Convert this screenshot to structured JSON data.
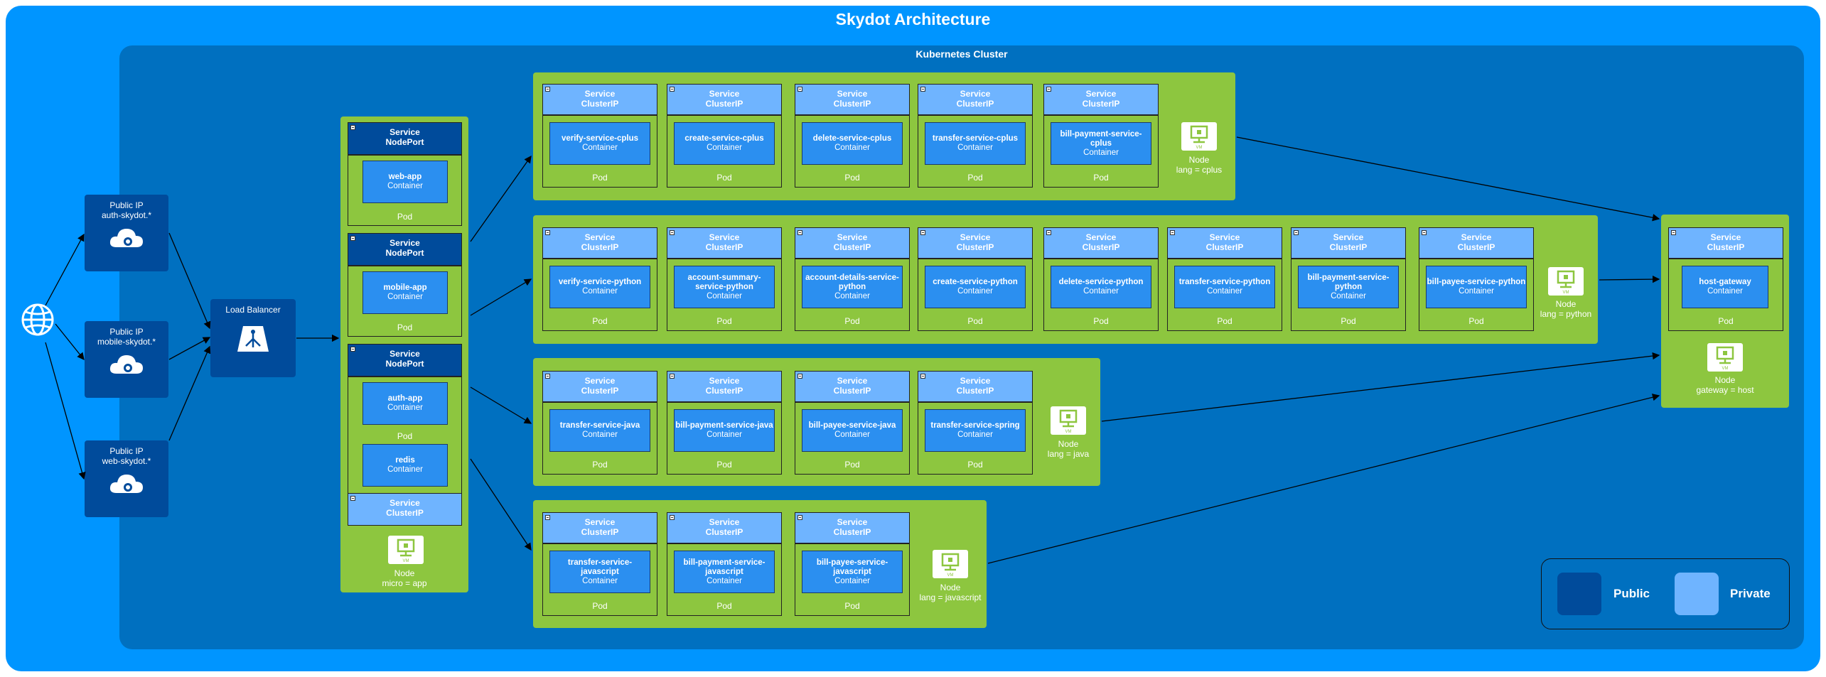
{
  "title": "Skydot Architecture",
  "cluster": {
    "title": "Kubernetes Cluster"
  },
  "internet": {
    "icon": "globe-icon"
  },
  "public_ips": [
    {
      "line1": "Public IP",
      "line2": "auth-skydot.*",
      "icon": "cloud-icon"
    },
    {
      "line1": "Public IP",
      "line2": "mobile-skydot.*",
      "icon": "cloud-icon"
    },
    {
      "line1": "Public IP",
      "line2": "web-skydot.*",
      "icon": "cloud-icon"
    }
  ],
  "load_balancer": {
    "label": "Load Balancer",
    "icon": "load-balancer-icon"
  },
  "app_node": {
    "node_label": "Node",
    "node_sub": "micro = app",
    "pods": [
      {
        "service": "Service",
        "type": "NodePort",
        "containers": [
          {
            "name": "web-app",
            "kind": "Container"
          }
        ],
        "pod": "Pod"
      },
      {
        "service": "Service",
        "type": "NodePort",
        "containers": [
          {
            "name": "mobile-app",
            "kind": "Container"
          }
        ],
        "pod": "Pod"
      },
      {
        "service": "Service",
        "type": "NodePort",
        "containers": [
          {
            "name": "auth-app",
            "kind": "Container"
          },
          {
            "name": "redis",
            "kind": "Container"
          }
        ],
        "pod": "Pod"
      }
    ],
    "extra_service": {
      "service": "Service",
      "type": "ClusterIP"
    }
  },
  "nodes": [
    {
      "node_label": "Node",
      "node_sub": "lang = cplus",
      "pods": [
        {
          "service": "Service",
          "type": "ClusterIP",
          "name": "verify-service-cplus",
          "kind": "Container",
          "pod": "Pod"
        },
        {
          "service": "Service",
          "type": "ClusterIP",
          "name": "create-service-cplus",
          "kind": "Container",
          "pod": "Pod"
        },
        {
          "service": "Service",
          "type": "ClusterIP",
          "name": "delete-service-cplus",
          "kind": "Container",
          "pod": "Pod"
        },
        {
          "service": "Service",
          "type": "ClusterIP",
          "name": "transfer-service-cplus",
          "kind": "Container",
          "pod": "Pod"
        },
        {
          "service": "Service",
          "type": "ClusterIP",
          "name": "bill-payment-service-cplus",
          "kind": "Container",
          "pod": "Pod"
        }
      ]
    },
    {
      "node_label": "Node",
      "node_sub": "lang = python",
      "pods": [
        {
          "service": "Service",
          "type": "ClusterIP",
          "name": "verify-service-python",
          "kind": "Container",
          "pod": "Pod"
        },
        {
          "service": "Service",
          "type": "ClusterIP",
          "name": "account-summary-service-python",
          "kind": "Container",
          "pod": "Pod"
        },
        {
          "service": "Service",
          "type": "ClusterIP",
          "name": "account-details-service-python",
          "kind": "Container",
          "pod": "Pod"
        },
        {
          "service": "Service",
          "type": "ClusterIP",
          "name": "create-service-python",
          "kind": "Container",
          "pod": "Pod"
        },
        {
          "service": "Service",
          "type": "ClusterIP",
          "name": "delete-service-python",
          "kind": "Container",
          "pod": "Pod"
        },
        {
          "service": "Service",
          "type": "ClusterIP",
          "name": "transfer-service-python",
          "kind": "Container",
          "pod": "Pod"
        },
        {
          "service": "Service",
          "type": "ClusterIP",
          "name": "bill-payment-service-python",
          "kind": "Container",
          "pod": "Pod"
        },
        {
          "service": "Service",
          "type": "ClusterIP",
          "name": "bill-payee-service-python",
          "kind": "Container",
          "pod": "Pod"
        }
      ]
    },
    {
      "node_label": "Node",
      "node_sub": "lang = java",
      "pods": [
        {
          "service": "Service",
          "type": "ClusterIP",
          "name": "transfer-service-java",
          "kind": "Container",
          "pod": "Pod"
        },
        {
          "service": "Service",
          "type": "ClusterIP",
          "name": "bill-payment-service-java",
          "kind": "Container",
          "pod": "Pod"
        },
        {
          "service": "Service",
          "type": "ClusterIP",
          "name": "bill-payee-service-java",
          "kind": "Container",
          "pod": "Pod"
        },
        {
          "service": "Service",
          "type": "ClusterIP",
          "name": "transfer-service-spring",
          "kind": "Container",
          "pod": "Pod"
        }
      ]
    },
    {
      "node_label": "Node",
      "node_sub": "lang = javascript",
      "pods": [
        {
          "service": "Service",
          "type": "ClusterIP",
          "name": "transfer-service-javascript",
          "kind": "Container",
          "pod": "Pod"
        },
        {
          "service": "Service",
          "type": "ClusterIP",
          "name": "bill-payment-service-javascript",
          "kind": "Container",
          "pod": "Pod"
        },
        {
          "service": "Service",
          "type": "ClusterIP",
          "name": "bill-payee-service-javascript",
          "kind": "Container",
          "pod": "Pod"
        }
      ]
    }
  ],
  "gateway_node": {
    "node_label": "Node",
    "node_sub": "gateway = host",
    "pod": {
      "service": "Service",
      "type": "ClusterIP",
      "name": "host-gateway",
      "kind": "Container",
      "pod": "Pod"
    }
  },
  "legend": {
    "public": "Public",
    "private": "Private"
  },
  "colors": {
    "outer": "#0095ff",
    "cluster": "#0070c0",
    "public": "#004b9b",
    "private": "#6fb4ff",
    "node": "#8dc63f",
    "container": "#2b8ff0"
  }
}
